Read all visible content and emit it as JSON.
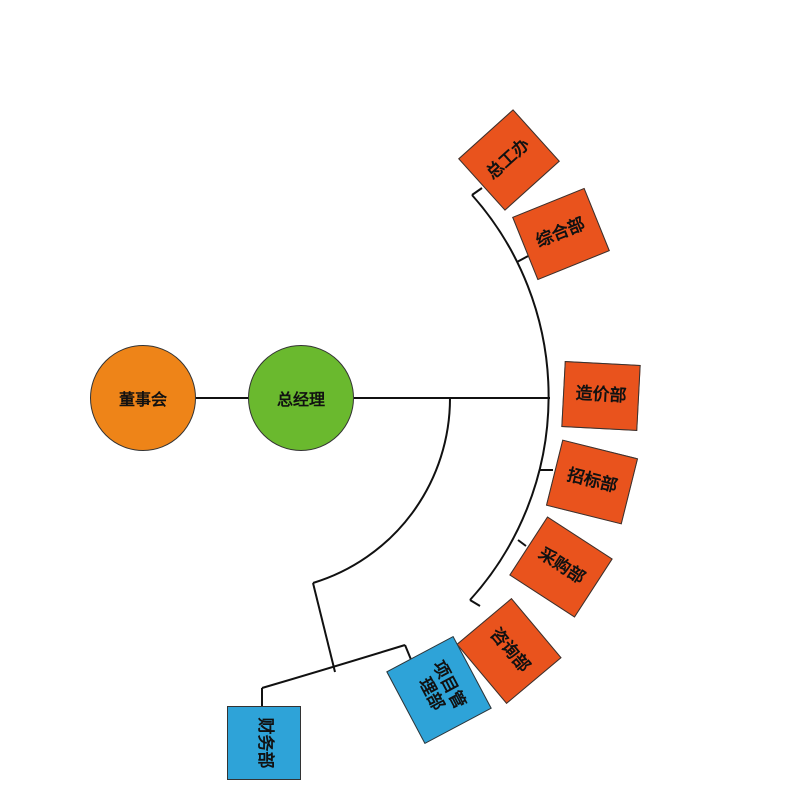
{
  "nodes": {
    "board": "董事会",
    "gm": "总经理"
  },
  "departments": [
    {
      "label": "总工办",
      "color": "#e9531d"
    },
    {
      "label": "综合部",
      "color": "#e9531d"
    },
    {
      "label": "造价部",
      "color": "#e9531d"
    },
    {
      "label": "招标部",
      "color": "#e9531d"
    },
    {
      "label": "采购部",
      "color": "#e9531d"
    },
    {
      "label": "咨询部",
      "color": "#e9531d"
    },
    {
      "label": "项目管理部",
      "color": "#2ea3d8"
    },
    {
      "label": "财务部",
      "color": "#2ea3d8"
    }
  ],
  "colors": {
    "board": "#ee8418",
    "gm": "#6ab92e"
  }
}
